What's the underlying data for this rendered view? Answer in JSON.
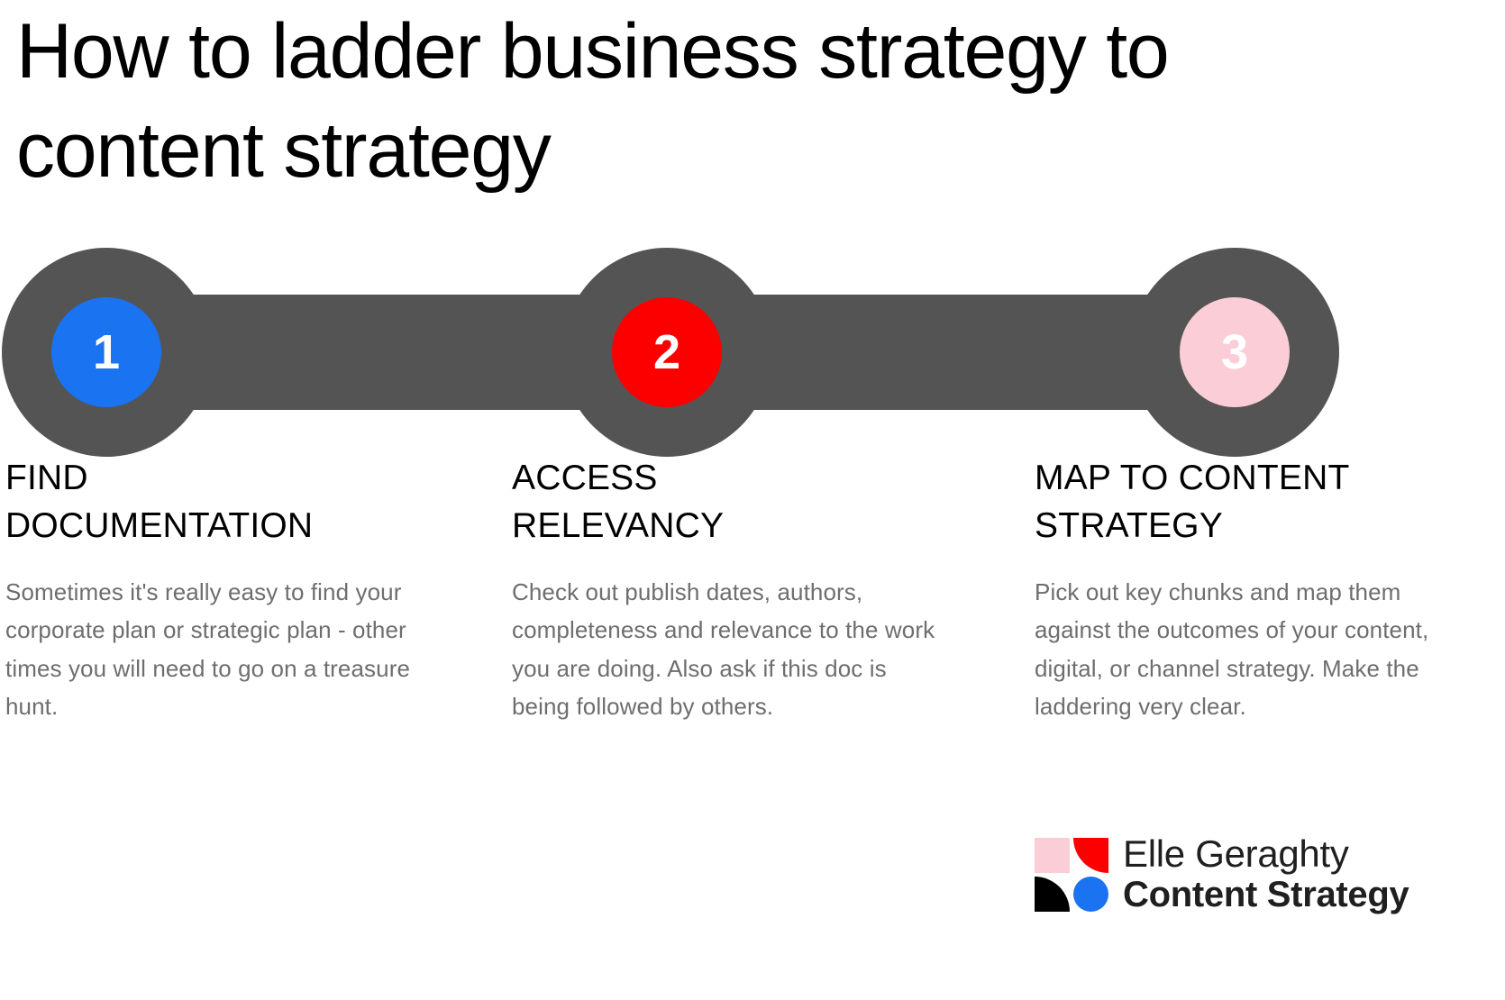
{
  "title": "How to ladder business strategy to\ncontent strategy",
  "colors": {
    "node_outer": "#545454",
    "step1": "#1a73f0",
    "step2": "#fc0000",
    "step3": "#fbcdd7",
    "heading": "#000000",
    "body": "#6e6e6e",
    "background": "#ffffff"
  },
  "steps": [
    {
      "number": "1",
      "heading": "FIND\nDOCUMENTATION",
      "body": "Sometimes it's really easy to find your corporate plan or strategic plan - other times you will need to go on a treasure hunt.",
      "accent": "#1a73f0"
    },
    {
      "number": "2",
      "heading": "ACCESS\nRELEVANCY",
      "body": "Check out publish dates, authors, completeness and relevance to the work you are doing. Also ask if this doc is being followed by others.",
      "accent": "#fc0000"
    },
    {
      "number": "3",
      "heading": "MAP TO CONTENT\nSTRATEGY",
      "body": "Pick out key chunks and map them against the outcomes of your content, digital, or channel strategy. Make the laddering very clear.",
      "accent": "#fbcdd7"
    }
  ],
  "logo": {
    "line1": "Elle Geraghty",
    "line2": "Content Strategy",
    "mark": {
      "top_left": "pink-square",
      "top_right": "red-quarter-circle",
      "bottom_left": "black-quarter-circle",
      "bottom_right": "blue-circle"
    }
  }
}
